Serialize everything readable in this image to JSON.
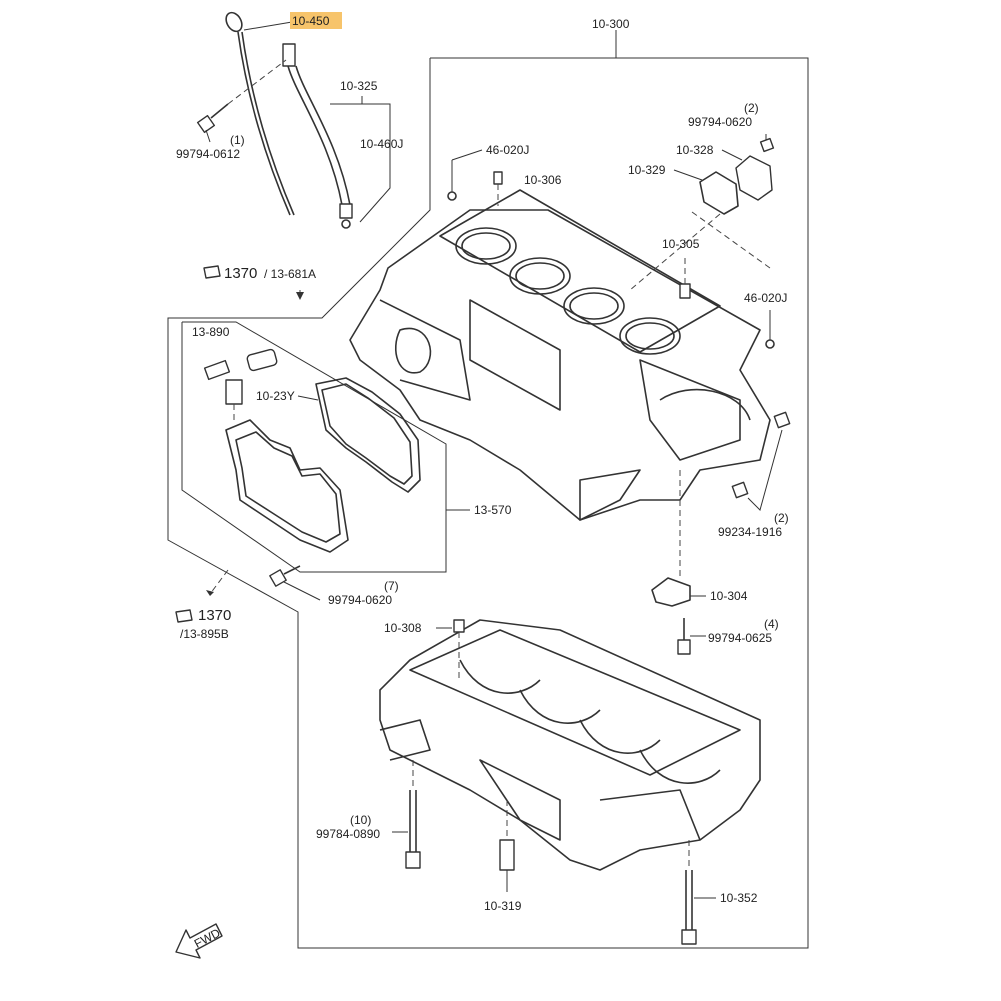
{
  "labels": {
    "p10_450": "10-450",
    "p10_300": "10-300",
    "p10_325": "10-325",
    "p10_460j": "10-460J",
    "b99794_0612_qty": "(1)",
    "b99794_0612": "99794-0612",
    "p46_020j_a": "46-020J",
    "p10_306": "10-306",
    "b99794_0620_qty_top": "(2)",
    "b99794_0620_top": "99794-0620",
    "p10_328": "10-328",
    "p10_329": "10-329",
    "p10_305": "10-305",
    "p46_020j_b": "46-020J",
    "ref1370_a": "1370",
    "ref13_681a": "/ 13-681A",
    "p13_890": "13-890",
    "p10_23y": "10-23Y",
    "p13_570": "13-570",
    "b99234_1916_qty": "(2)",
    "b99234_1916": "99234-1916",
    "b99794_0620_qty": "(7)",
    "b99794_0620": "99794-0620",
    "ref1370_b": "1370",
    "ref13_895b": "/13-895B",
    "p10_304": "10-304",
    "b99794_0625_qty": "(4)",
    "b99794_0625": "99794-0625",
    "p10_308": "10-308",
    "b99784_0890_qty": "(10)",
    "b99784_0890": "99784-0890",
    "p10_319": "10-319",
    "p10_352": "10-352",
    "fwd": "FWD"
  },
  "colors": {
    "highlight": "#f7c46b",
    "line": "#333333"
  }
}
